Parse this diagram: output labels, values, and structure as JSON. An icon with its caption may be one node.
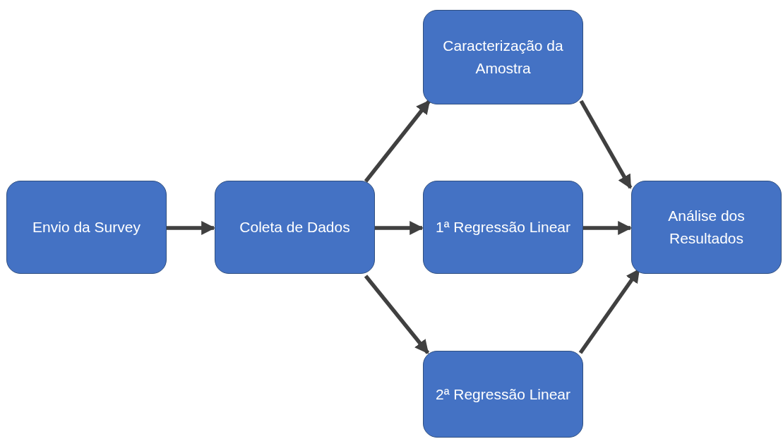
{
  "diagram": {
    "nodes": [
      {
        "text": [
          "Envio da Survey"
        ]
      },
      {
        "text": [
          "Coleta de Dados"
        ]
      },
      {
        "text": [
          "Caracterização da Amostra"
        ]
      },
      {
        "text": [
          "1ª Regressão Linear"
        ]
      },
      {
        "text": [
          "2ª Regressão Linear"
        ]
      },
      {
        "text": [
          "Análise dos Resultados"
        ]
      }
    ],
    "edges": [
      {
        "from": 0,
        "to": 1,
        "arrow": "to"
      },
      {
        "from": 1,
        "to": 2,
        "arrow": "to"
      },
      {
        "from": 1,
        "to": 3,
        "arrow": "to"
      },
      {
        "from": 1,
        "to": 4,
        "arrow": "to"
      },
      {
        "from": 2,
        "to": 5,
        "arrow": "to"
      },
      {
        "from": 3,
        "to": 5,
        "arrow": "to"
      },
      {
        "from": 4,
        "to": 5,
        "arrow": "to"
      }
    ]
  }
}
